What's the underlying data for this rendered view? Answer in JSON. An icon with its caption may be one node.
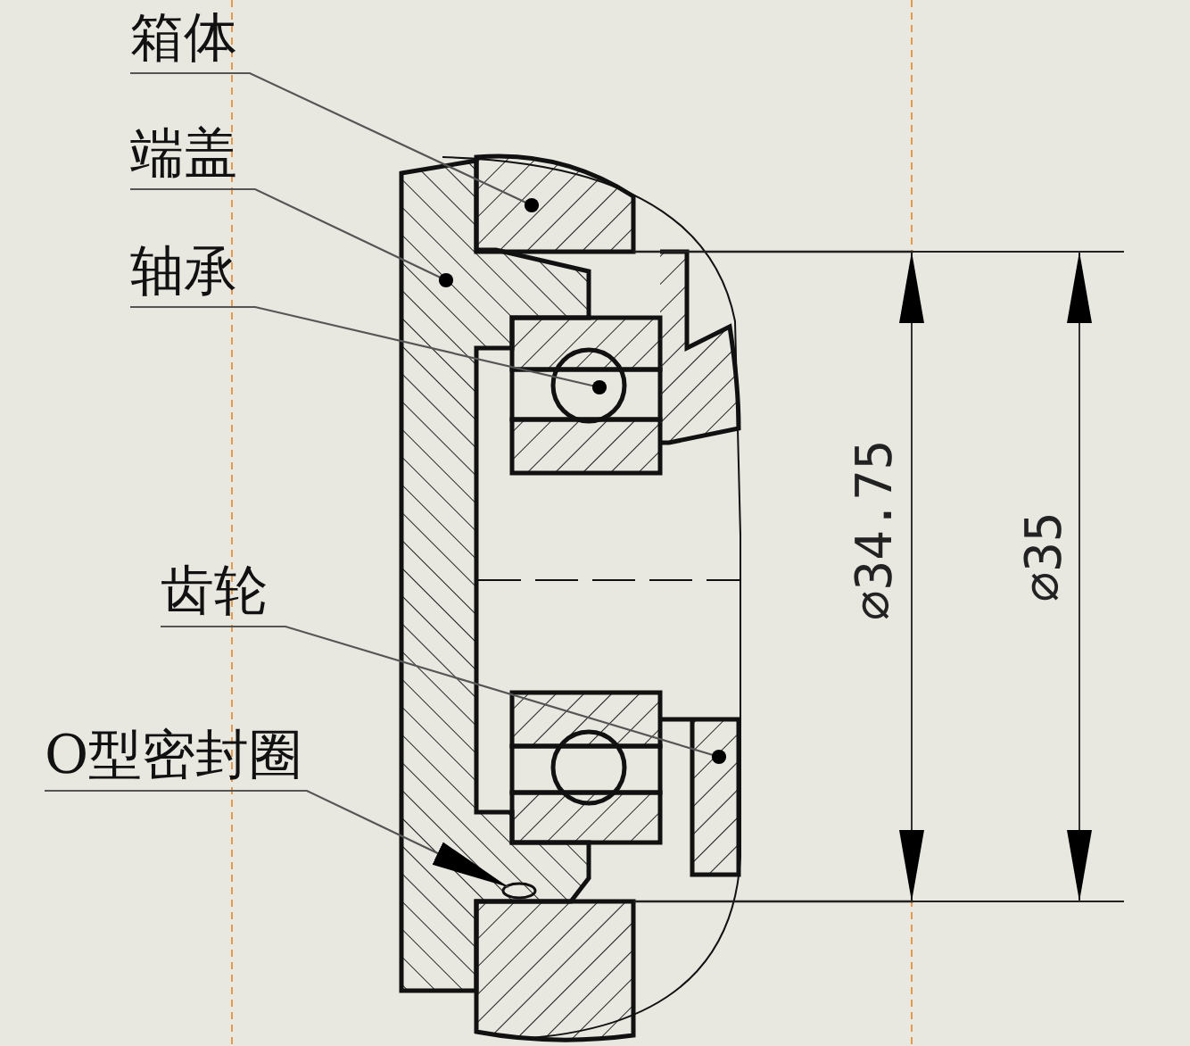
{
  "diagram": {
    "nodes": [
      {
        "text": [
          "箱体"
        ]
      },
      {
        "text": [
          "端盖"
        ]
      },
      {
        "text": [
          "轴承"
        ]
      },
      {
        "text": [
          "齿轮"
        ]
      },
      {
        "text": [
          "O型密封圈"
        ]
      }
    ],
    "edges": [
      {
        "from": 0,
        "to": null,
        "arrow": "other"
      },
      {
        "from": 1,
        "to": null,
        "arrow": "other"
      },
      {
        "from": 2,
        "to": null,
        "arrow": "other"
      },
      {
        "from": 3,
        "to": null,
        "arrow": "other"
      },
      {
        "from": 4,
        "to": null,
        "arrow": "to"
      }
    ],
    "labels": [
      "∅34.75",
      "∅35"
    ]
  }
}
